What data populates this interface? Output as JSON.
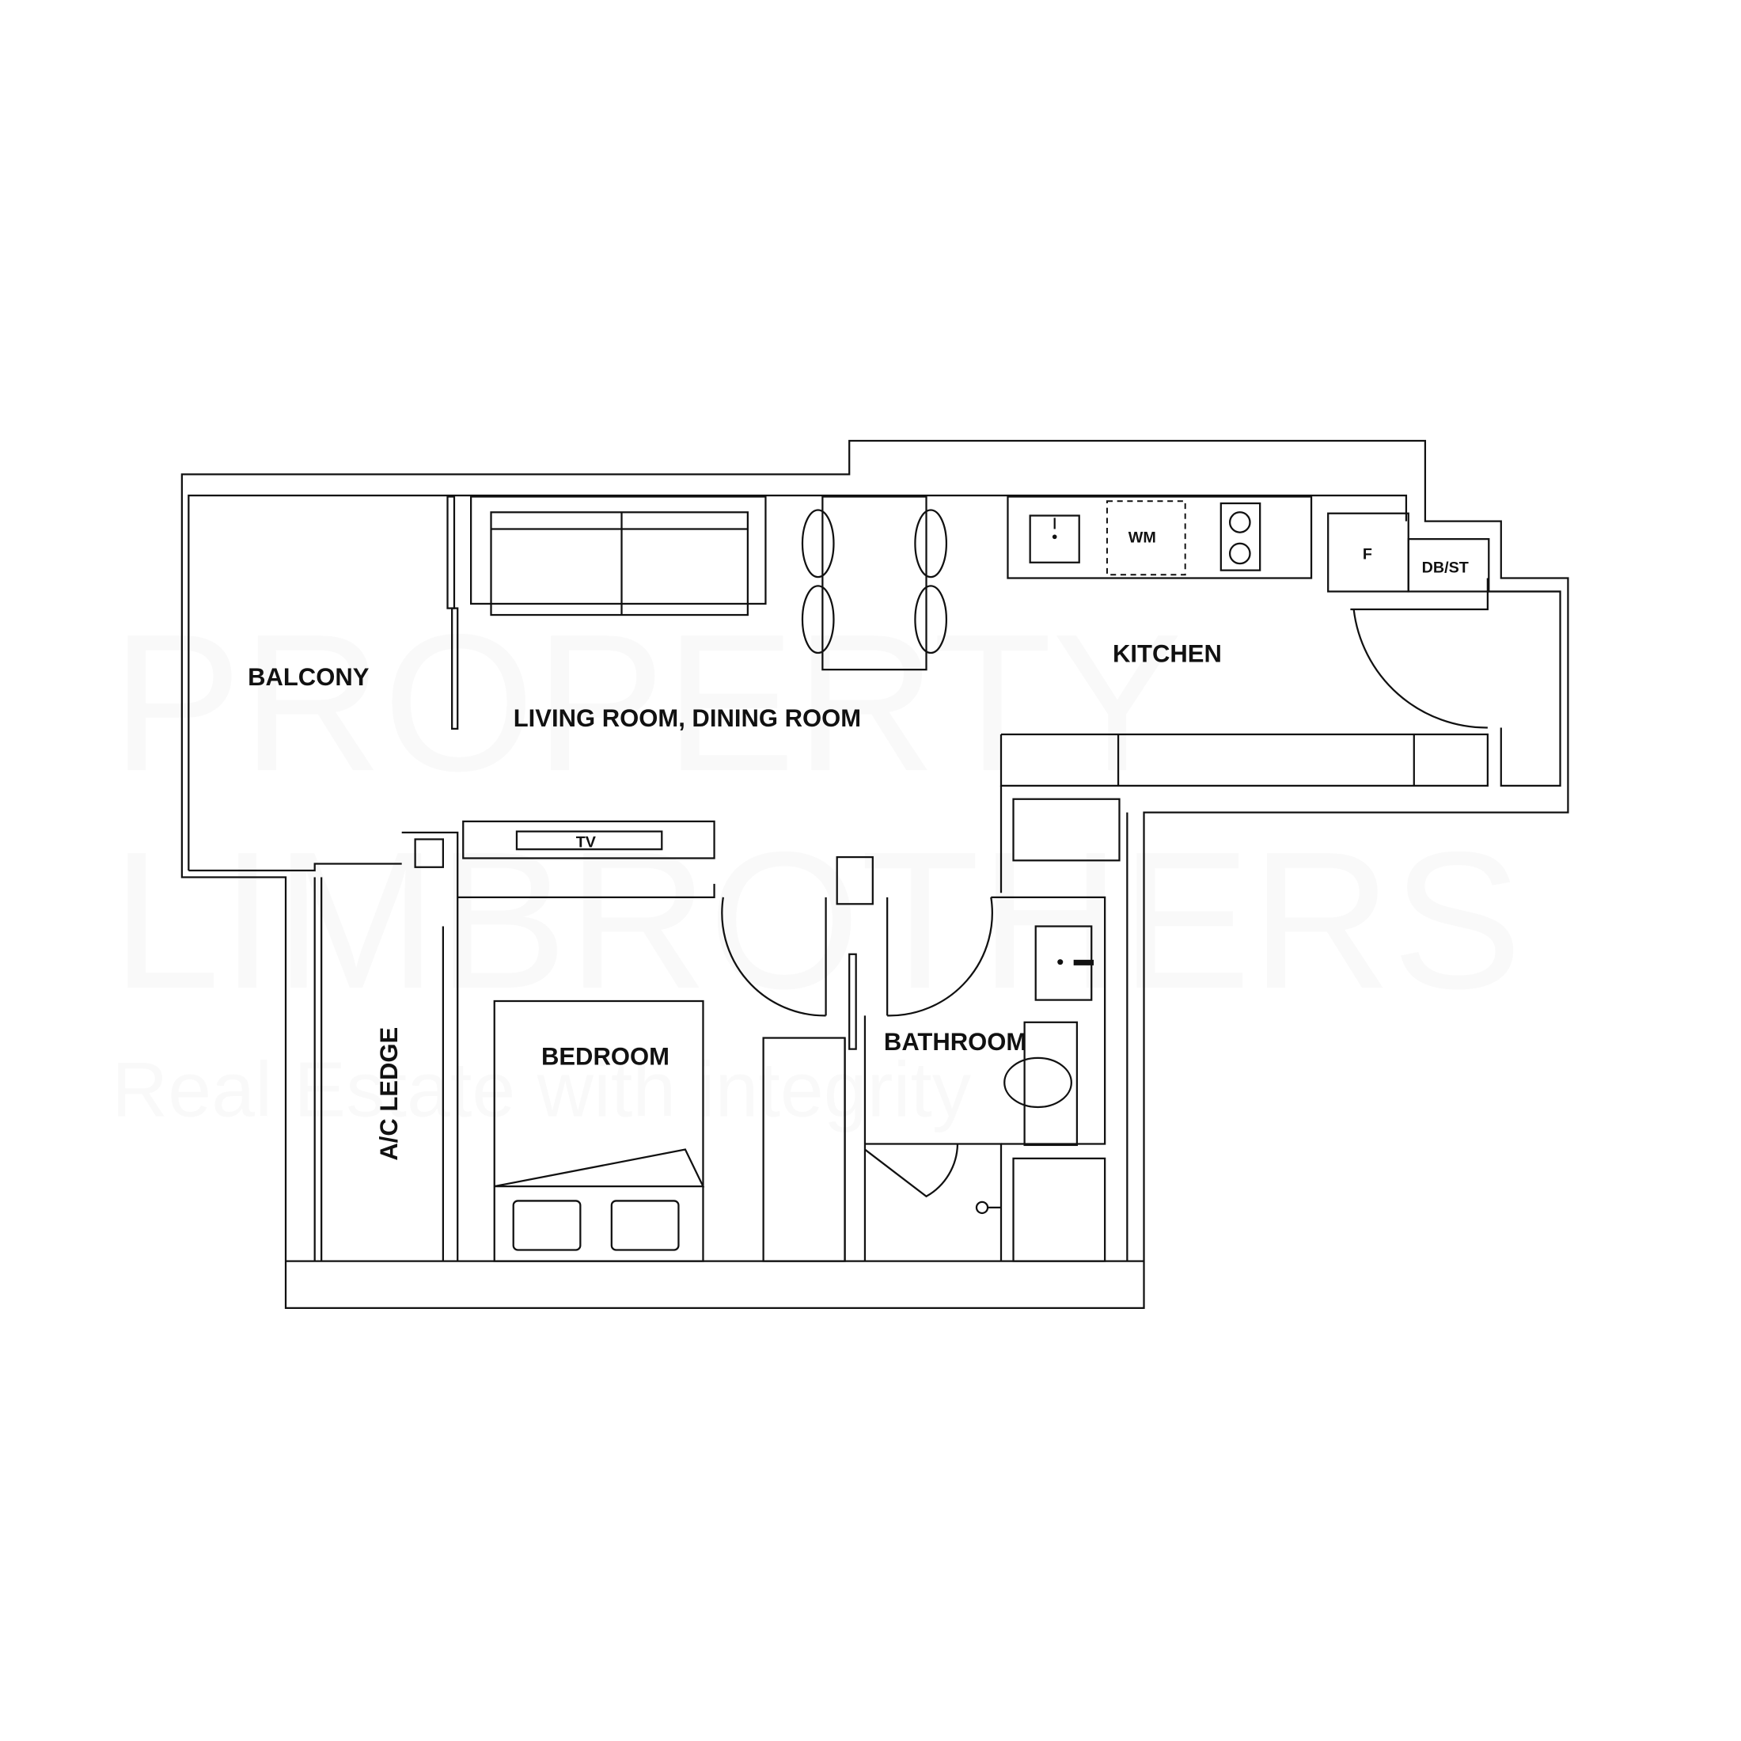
{
  "watermark": {
    "line1": "PROPERTY",
    "line2": "LIMBROTHERS",
    "line3": "Real Estate with integrity"
  },
  "rooms": {
    "balcony": "BALCONY",
    "living": "LIVING ROOM, DINING ROOM",
    "kitchen": "KITCHEN",
    "bedroom": "BEDROOM",
    "bathroom": "BATHROOM",
    "ac_ledge": "A/C LEDGE"
  },
  "fixtures": {
    "wm": "WM",
    "fridge": "F",
    "dbst": "DB/ST",
    "tv": "TV"
  },
  "colors": {
    "line": "#111111",
    "background": "#ffffff"
  }
}
